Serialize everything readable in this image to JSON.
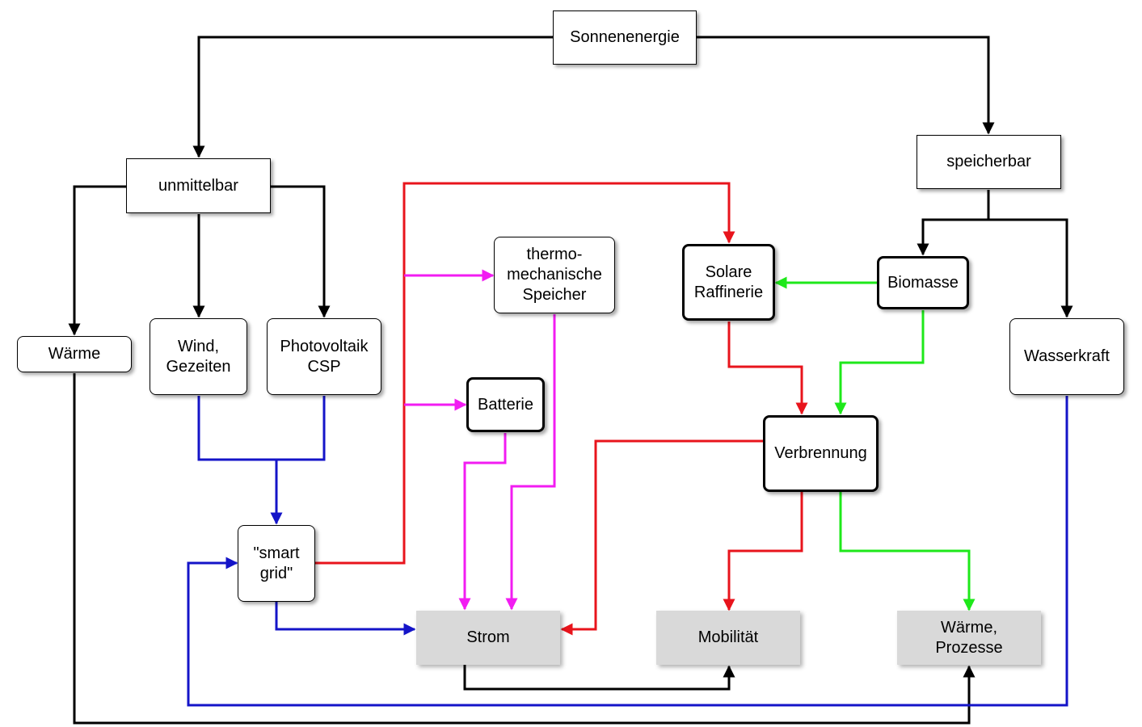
{
  "nodes": {
    "sonnenenergie": "Sonnenenergie",
    "unmittelbar": "unmittelbar",
    "speicherbar": "speicherbar",
    "waerme": "Wärme",
    "wind": "Wind,\nGezeiten",
    "photovoltaik": "Photovoltaik\nCSP",
    "thermo": "thermo-\nmechanische\nSpeicher",
    "solare": "Solare\nRaffinerie",
    "biomasse": "Biomasse",
    "wasserkraft": "Wasserkraft",
    "batterie": "Batterie",
    "verbrennung": "Verbrennung",
    "smart_grid": "\"smart\ngrid\"",
    "strom": "Strom",
    "mobilitaet": "Mobilität",
    "waerme_prozesse": "Wärme,\nProzesse"
  },
  "colors": {
    "black": "#000000",
    "red": "#e8141c",
    "green": "#1ee81a",
    "blue": "#1414c8",
    "magenta": "#f21cf2",
    "grey_fill": "#d9d9d9"
  }
}
